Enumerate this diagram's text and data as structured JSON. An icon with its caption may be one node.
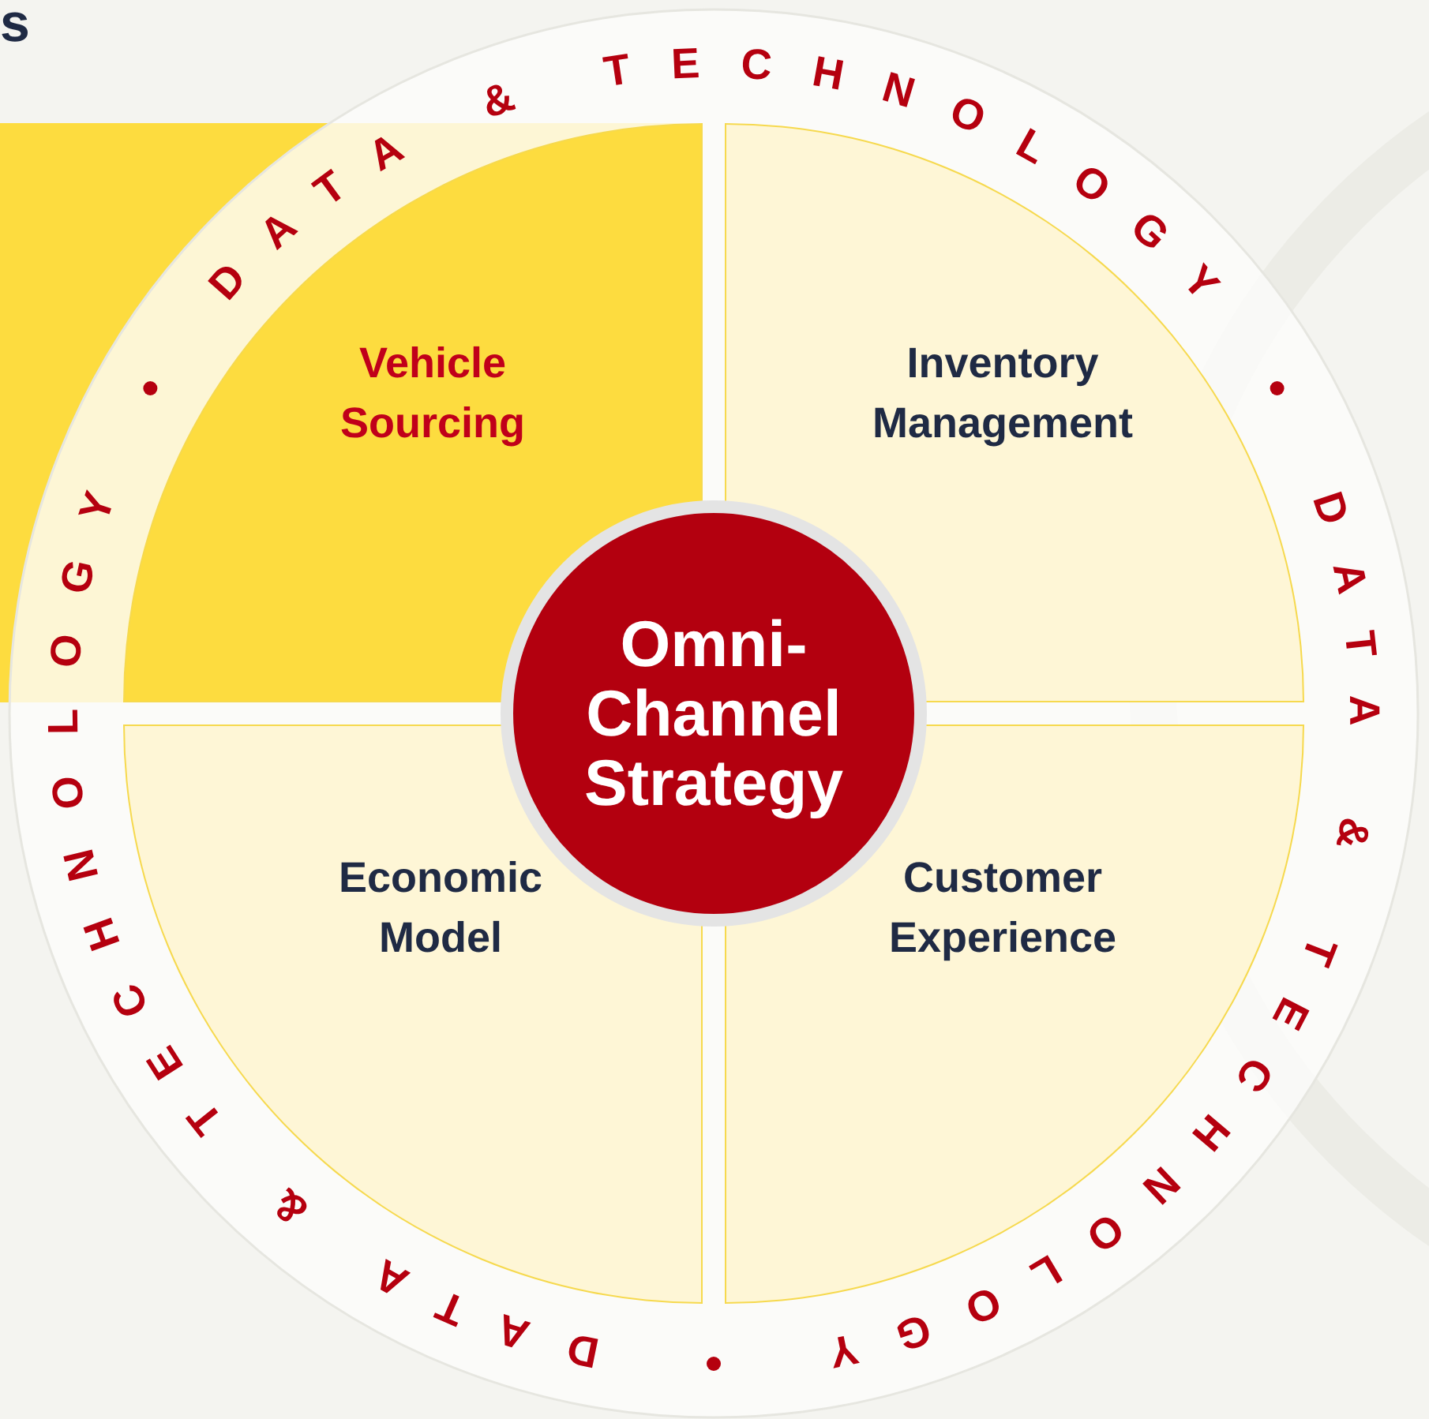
{
  "diagram": {
    "nodes": [
      {
        "text": [
          "Omni-Channel Strategy"
        ]
      },
      {
        "text": [
          "Vehicle Sourcing"
        ]
      },
      {
        "text": [
          "Inventory Management"
        ]
      },
      {
        "text": [
          "Economic Model"
        ]
      },
      {
        "text": [
          "Customer Experience"
        ]
      }
    ],
    "labels": [
      "s",
      "DATA & TECHNOLOGY",
      "DATA & TECHNOLOGY",
      "DATA & TECHNOLOGY"
    ]
  }
}
